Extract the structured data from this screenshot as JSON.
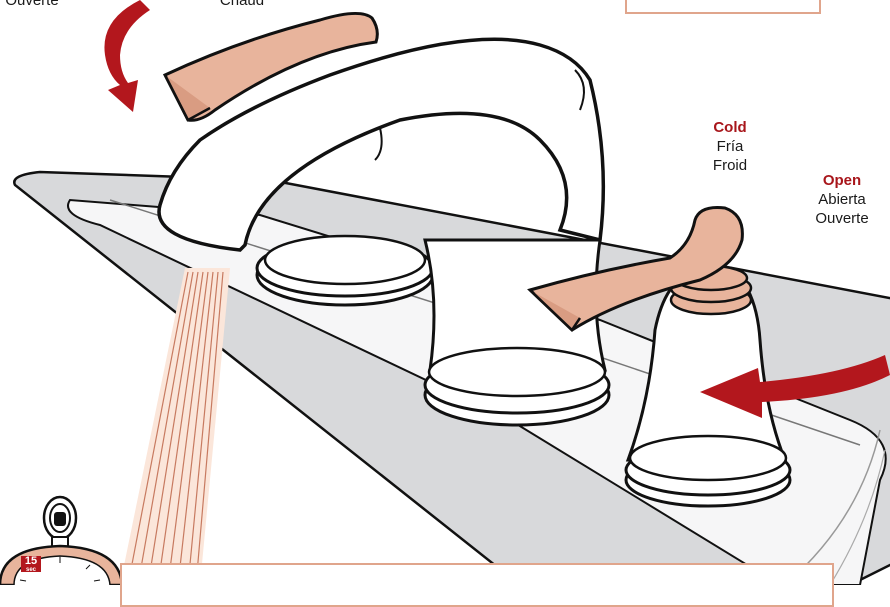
{
  "labels": {
    "topleft_partial": "Ouverte",
    "top_partial": "Chaud",
    "cold": {
      "en": "Cold",
      "es": "Fría",
      "fr": "Froid"
    },
    "open": {
      "en": "Open",
      "es": "Abierta",
      "fr": "Ouverte"
    }
  },
  "timer": {
    "value": "15",
    "unit": "sec"
  },
  "colors": {
    "accent_red": "#b3171d",
    "handle_peach": "#e8b49c",
    "box_border": "#e0a58c",
    "outline": "#111111"
  },
  "icons": [
    "curved-arrow-icon",
    "stopwatch-icon"
  ]
}
